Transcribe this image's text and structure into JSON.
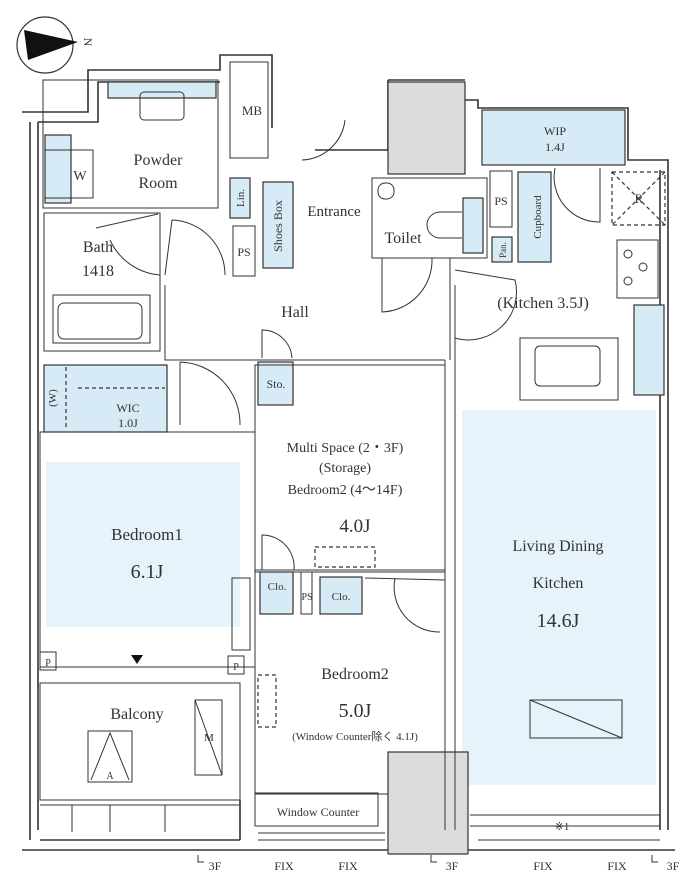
{
  "compass": {
    "north_label": "N"
  },
  "rooms": {
    "powder_room": {
      "line1": "Powder",
      "line2": "Room"
    },
    "washer": "W",
    "mb": "MB",
    "linen": "Lin.",
    "ps_entrance": "PS",
    "shoes_box": "Shoes Box",
    "entrance": "Entrance",
    "bath": {
      "line1": "Bath",
      "line2": "1418"
    },
    "hall": "Hall",
    "storage": "Sto.",
    "wic": {
      "side": "(W)",
      "line1": "WIC",
      "line2": "1.0J"
    },
    "bedroom1": {
      "name": "Bedroom1",
      "size": "6.1J"
    },
    "multi_space": {
      "line1": "Multi Space (2・3F)",
      "line2": "(Storage)",
      "line3": "Bedroom2 (4〜14F)",
      "size": "4.0J"
    },
    "closet_left": "Clo.",
    "ps_mid": "PS",
    "closet_right": "Clo.",
    "bedroom2": {
      "name": "Bedroom2",
      "size": "5.0J",
      "note": "(Window Counter除く 4.1J)"
    },
    "window_counter": "Window Counter",
    "balcony": {
      "name": "Balcony",
      "aircon": "A",
      "meter": "M",
      "pipe1": "P",
      "pipe2": "P"
    },
    "toilet": "Toilet",
    "wip": {
      "line1": "WIP",
      "line2": "1.4J"
    },
    "ps_kitchen": "PS",
    "cupboard": "Cupboard",
    "pantry": "Pan.",
    "refrigerator": "R",
    "kitchen": "(Kitchen 3.5J)",
    "ldk": {
      "line1": "Living Dining",
      "line2": "Kitchen",
      "size": "14.6J"
    },
    "note_mark": "※1"
  },
  "bottom_labels": [
    "3F",
    "FIX",
    "FIX",
    "3F",
    "FIX",
    "FIX",
    "3F"
  ],
  "colors": {
    "storage_fill": "#d6ebf5",
    "room_fill": "#e6f3fa",
    "shaft_fill": "#dcdcdc"
  }
}
